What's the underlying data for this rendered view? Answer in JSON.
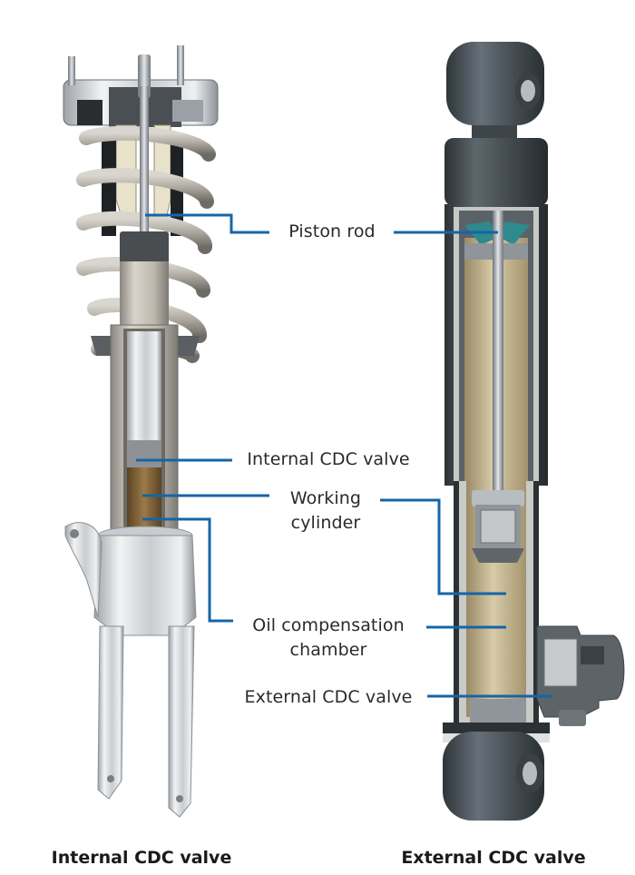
{
  "diagram": {
    "accent_color": "#1565a8",
    "left_component": {
      "caption": "Internal CDC valve",
      "type": "suspension strut with internal CDC valve"
    },
    "right_component": {
      "caption": "External CDC valve",
      "type": "shock absorber with external CDC valve"
    },
    "callouts": [
      {
        "id": "piston-rod",
        "text": "Piston rod"
      },
      {
        "id": "internal-cdc-valve",
        "text": "Internal CDC valve"
      },
      {
        "id": "working-cylinder",
        "line1": "Working",
        "line2": "cylinder"
      },
      {
        "id": "oil-compensation-chamber",
        "line1": "Oil compensation",
        "line2": "chamber"
      },
      {
        "id": "external-cdc-valve",
        "text": "External CDC valve"
      }
    ]
  }
}
